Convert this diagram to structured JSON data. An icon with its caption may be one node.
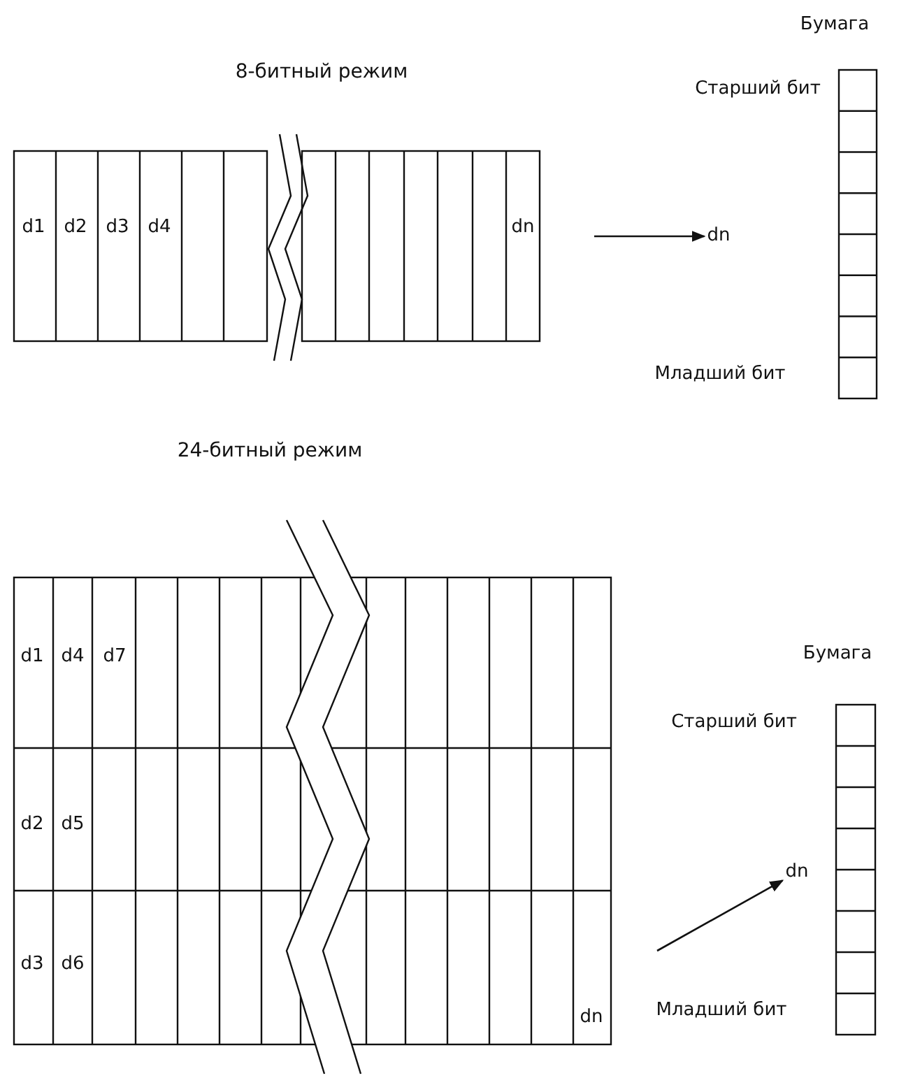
{
  "diagram": {
    "nodes": [
      {
        "text": [
          "dn"
        ]
      },
      {
        "text": [
          "dn"
        ]
      }
    ],
    "edges": [
      {
        "from": null,
        "to": 0,
        "arrow": "to"
      },
      {
        "from": null,
        "to": 1,
        "arrow": "to"
      }
    ],
    "labels": [
      "8-битный режим",
      "Бумага",
      "Старший бит",
      "d1",
      "d2",
      "d3",
      "d4",
      "dn",
      "Младший бит",
      "24-битный режим",
      "d1",
      "d4",
      "d7",
      "Бумага",
      "Старший бит",
      "d2",
      "d5",
      "d3",
      "d6",
      "dn",
      "Младший бит"
    ]
  }
}
